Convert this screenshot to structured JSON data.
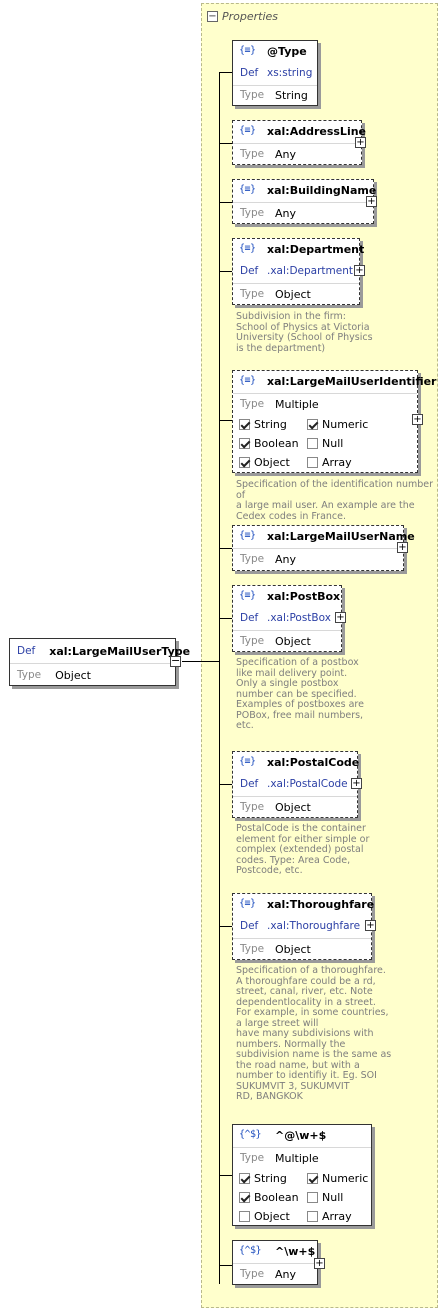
{
  "panel": {
    "title": "Properties",
    "collapse_symbol": "−"
  },
  "root": {
    "def_label": "Def",
    "name": "xal:LargeMailUserType",
    "type_label": "Type",
    "type_value": "Object",
    "toggle_symbol": "−"
  },
  "labels": {
    "def": "Def",
    "type": "Type",
    "expand": "+"
  },
  "icons": {
    "element": "{≡}",
    "pattern": "{^$}"
  },
  "properties": [
    {
      "name": "@Type",
      "def": "xs:string",
      "type": "String",
      "desc": ""
    },
    {
      "name": "xal:AddressLine",
      "def": "",
      "type": "Any",
      "desc": ""
    },
    {
      "name": "xal:BuildingName",
      "def": "",
      "type": "Any",
      "desc": ""
    },
    {
      "name": "xal:Department",
      "def": ".xal:Department",
      "type": "Object",
      "desc": "Subdivision in the firm:\nSchool of Physics at Victoria\nUniversity (School of Physics\nis the department)"
    },
    {
      "name": "xal:LargeMailUserIdentifier",
      "def": "",
      "type": "Multiple",
      "checks": [
        {
          "label": "String",
          "on": true
        },
        {
          "label": "Numeric",
          "on": true
        },
        {
          "label": "Boolean",
          "on": true
        },
        {
          "label": "Null",
          "on": false
        },
        {
          "label": "Object",
          "on": true
        },
        {
          "label": "Array",
          "on": false
        }
      ],
      "desc": "Specification of the identification number of\na large mail user. An example are the\nCedex codes in France."
    },
    {
      "name": "xal:LargeMailUserName",
      "def": "",
      "type": "Any",
      "desc": ""
    },
    {
      "name": "xal:PostBox",
      "def": ".xal:PostBox",
      "type": "Object",
      "desc": "Specification of a postbox\nlike mail delivery point.\nOnly a single postbox\nnumber can be specified.\nExamples of postboxes are\nPOBox, free mail numbers,\netc."
    },
    {
      "name": "xal:PostalCode",
      "def": ".xal:PostalCode",
      "type": "Object",
      "desc": "PostalCode is the container\nelement for either simple or\ncomplex (extended) postal\ncodes. Type: Area Code,\nPostcode, etc."
    },
    {
      "name": "xal:Thoroughfare",
      "def": ".xal:Thoroughfare",
      "type": "Object",
      "desc": "Specification of a thoroughfare.\nA thoroughfare could be a rd,\nstreet, canal, river, etc.  Note\ndependentlocality in a street.\nFor example, in some countries,\na large street will\nhave many subdivisions with\nnumbers. Normally the\nsubdivision name is the same as\nthe road name, but with a\nnumber to identifiy it. Eg. SOI\nSUKUMVIT 3, SUKUMVIT\nRD, BANGKOK"
    },
    {
      "name": "^@\\w+$",
      "def": "",
      "type": "Multiple",
      "checks": [
        {
          "label": "String",
          "on": true
        },
        {
          "label": "Numeric",
          "on": true
        },
        {
          "label": "Boolean",
          "on": true
        },
        {
          "label": "Null",
          "on": false
        },
        {
          "label": "Object",
          "on": false
        },
        {
          "label": "Array",
          "on": false
        }
      ],
      "desc": ""
    },
    {
      "name": "^\\w+$",
      "def": "",
      "type": "Any",
      "desc": ""
    }
  ]
}
